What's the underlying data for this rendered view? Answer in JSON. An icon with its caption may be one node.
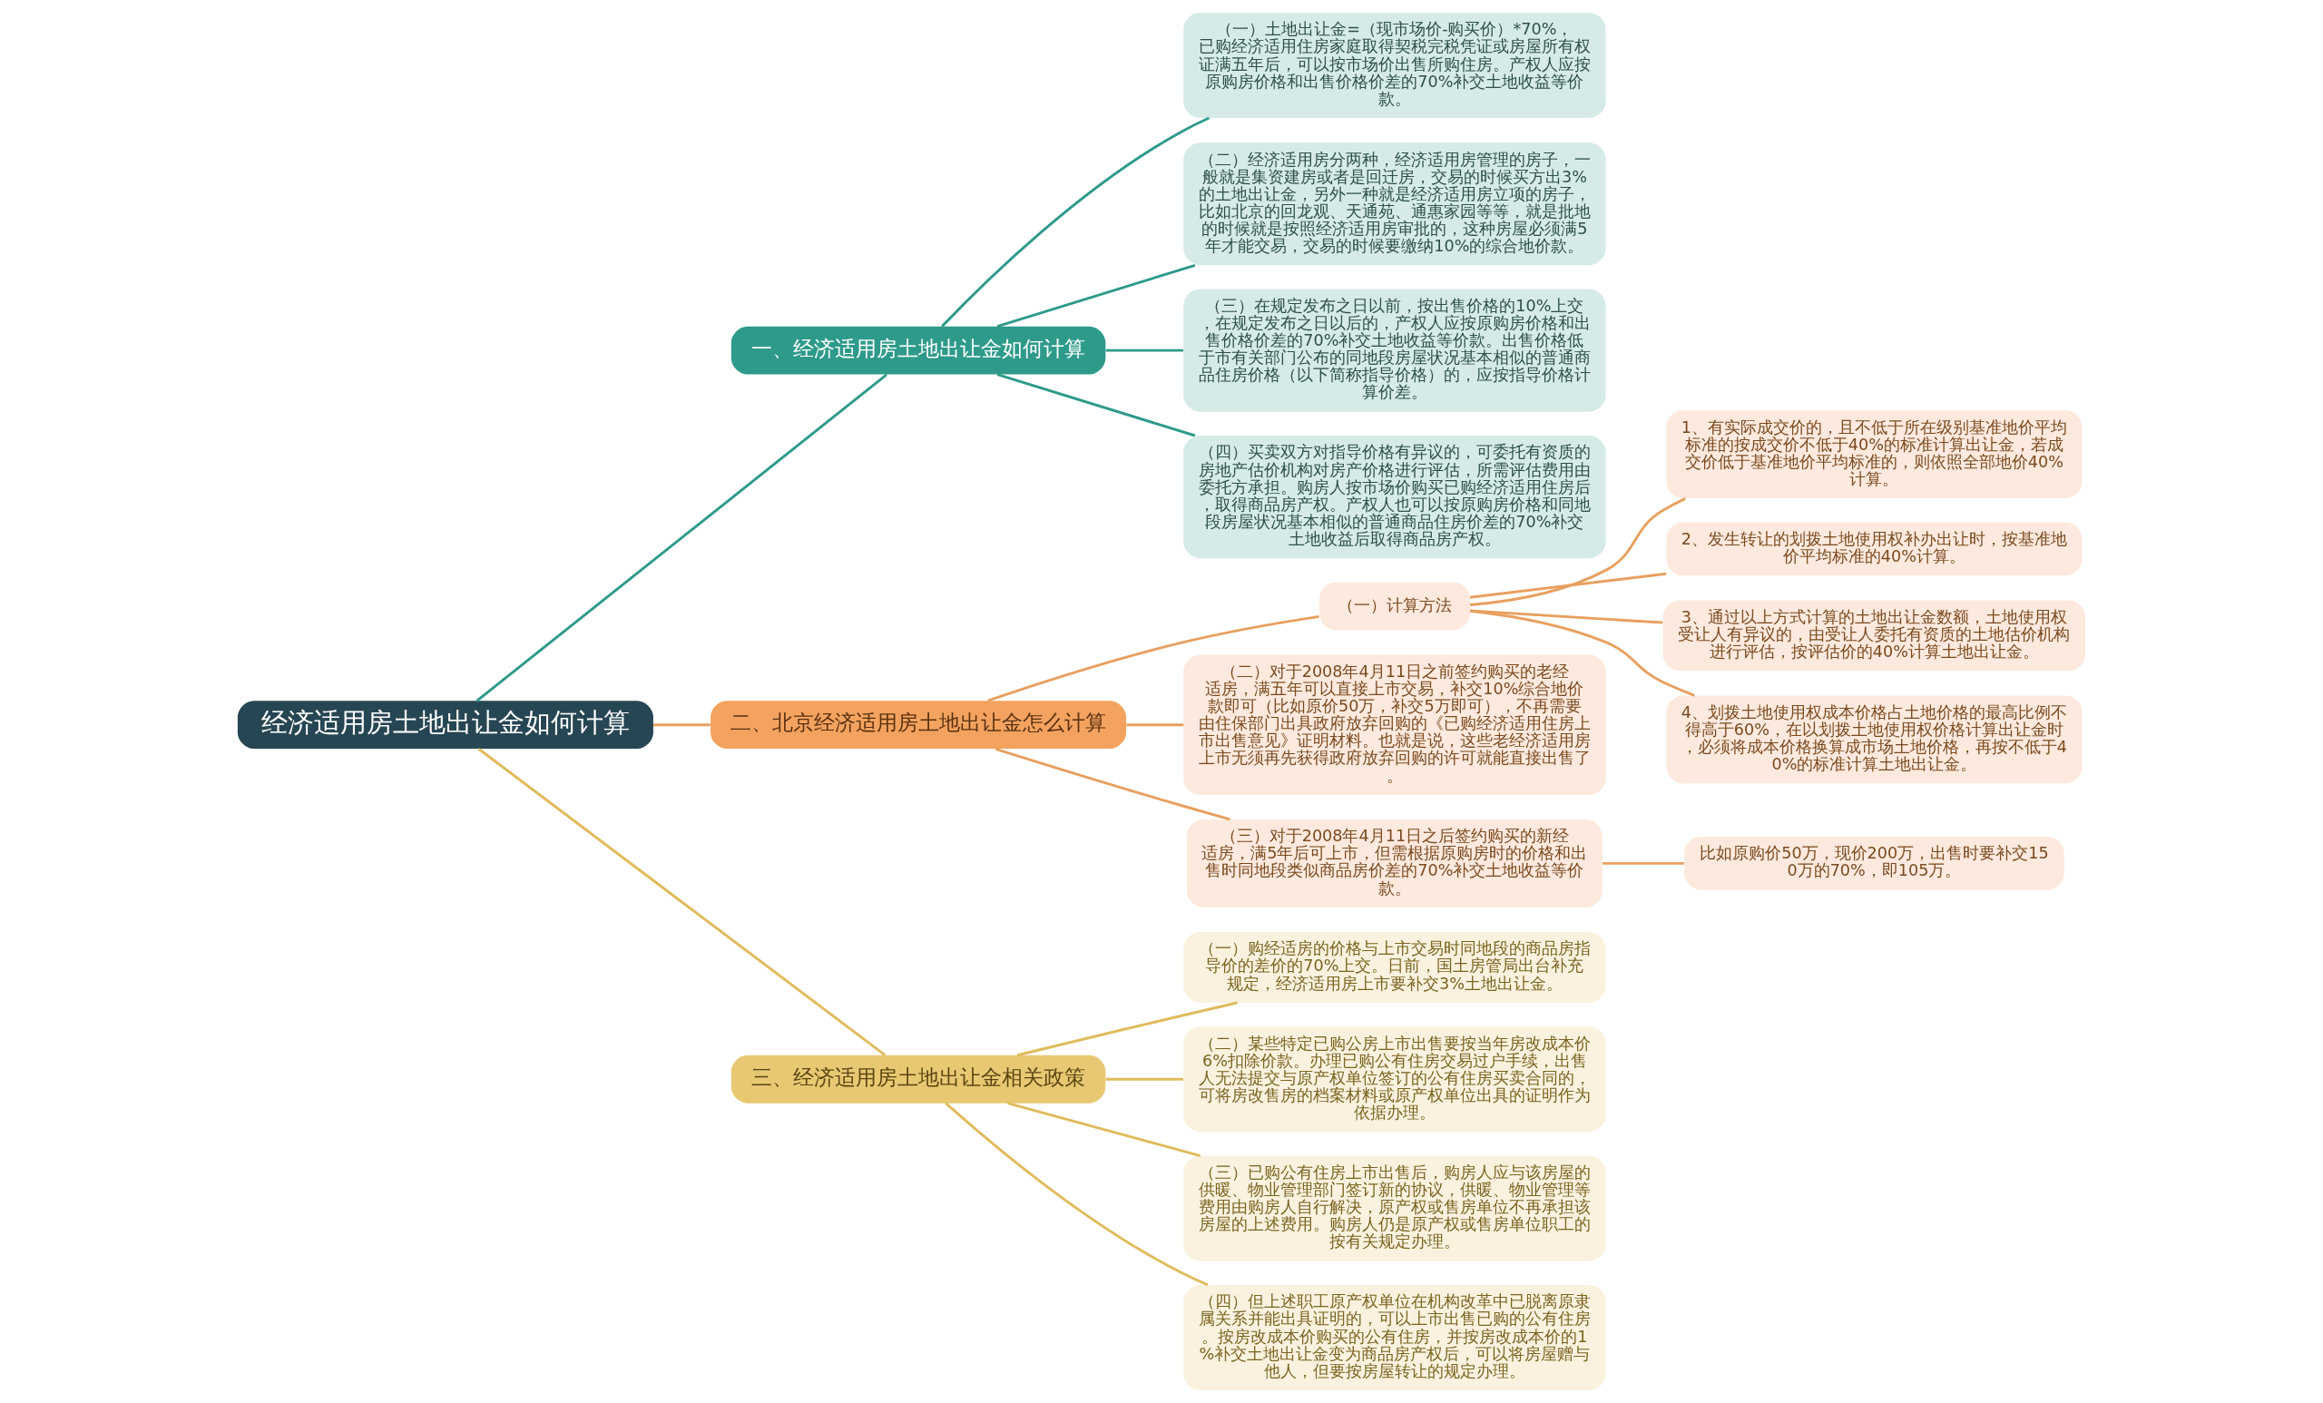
{
  "diagram": {
    "nodes": [
      {
        "text": [
          "经济适用房土地出让金如何计算"
        ]
      },
      {
        "text": [
          "一、经济适用房土地出让金如何计算"
        ]
      },
      {
        "text": [
          "（一）土地出让金=（现市场价-购买价）*70%，已购经济适用住房家庭取得契税完税凭证或房屋所有权证满五年后，可以按市场价出售所购住房。产权人应按原购房价格和出售价格价差的70%补交土地收益等价款。"
        ]
      },
      {
        "text": [
          "（二）经济适用房分两种，经济适用房管理的房子，一般就是集资建房或者是回迁房，交易的时候买方出3%的土地出让金，另外一种就是经济适用房立项的房子，比如北京的回龙观、天通苑、通惠家园等等，就是批地的时候就是按照经济适用房审批的，这种房屋必须满5年才能交易，交易的时候要缴纳10%的综合地价款。"
        ]
      },
      {
        "text": [
          "（三）在规定发布之日以前，按出售价格的10%上交，在规定发布之日以后的，产权人应按原购房价格和出售价格价差的70%补交土地收益等价款。出售价格低于市有关部门公布的同地段房屋状况基本相似的普通商品住房价格（以下简称指导价格）的，应按指导价格计算价差。"
        ]
      },
      {
        "text": [
          "（四）买卖双方对指导价格有异议的，可委托有资质的房地产估价机构对房产价格进行评估，所需评估费用由委托方承担。购房人按市场价购买已购经济适用住房后，取得商品房产权。产权人也可以按原购房价格和同地段房屋状况基本相似的普通商品住房价差的70%补交土地收益后取得商品房产权。"
        ]
      },
      {
        "text": [
          "二、北京经济适用房土地出让金怎么计算"
        ]
      },
      {
        "text": [
          "（一）计算方法"
        ]
      },
      {
        "text": [
          "1、有实际成交价的，且不低于所在级别基准地价平均标准的按成交价不低于40%的标准计算出让金，若成交价低于基准地价平均标准的，则依照全部地价40%计算。"
        ]
      },
      {
        "text": [
          "2、发生转让的划拨土地使用权补办出让时，按基准地价平均标准的40%计算。"
        ]
      },
      {
        "text": [
          "3、通过以上方式计算的土地出让金数额，土地使用权受让人有异议的，由受让人委托有资质的土地估价机构进行评估，按评估价的40%计算土地出让金。"
        ]
      },
      {
        "text": [
          "4、划拨土地使用权成本价格占土地价格的最高比例不得高于60%，在以划拨土地使用权价格计算出让金时，必须将成本价格换算成市场土地价格，再按不低于40%的标准计算土地出让金。"
        ]
      },
      {
        "text": [
          "（二）对于2008年4月11日之前签约购买的老经适房，满五年可以直接上市交易，补交10%综合地价款即可（比如原价50万，补交5万即可），不再需要由住保部门出具政府放弃回购的《已购经济适用住房上市出售意见》证明材料。也就是说，这些老经济适用房上市无须再先获得政府放弃回购的许可就能直接出售了。"
        ]
      },
      {
        "text": [
          "（三）对于2008年4月11日之后签约购买的新经适房，满5年后可上市，但需根据原购房时的价格和出售时同地段类似商品房价差的70%补交土地收益等价款。"
        ]
      },
      {
        "text": [
          "比如原购价50万，现价200万，出售时要补交150万的70%，即105万。"
        ]
      },
      {
        "text": [
          "三、经济适用房土地出让金相关政策"
        ]
      },
      {
        "text": [
          "（一）购经适房的价格与上市交易时同地段的商品房指导价的差价的70%上交。日前，国土房管局出台补充规定，经济适用房上市要补交3%土地出让金。"
        ]
      },
      {
        "text": [
          "（二）某些特定已购公房上市出售要按当年房改成本价6%扣除价款。办理已购公有住房交易过户手续，出售人无法提交与原产权单位签订的公有住房买卖合同的，可将房改售房的档案材料或原产权单位出具的证明作为依据办理。"
        ]
      },
      {
        "text": [
          "（三）已购公有住房上市出售后，购房人应与该房屋的供暖、物业管理部门签订新的协议，供暖、物业管理等费用由购房人自行解决，原产权或售房单位不再承担该房屋的上述费用。购房人仍是原产权或售房单位职工的按有关规定办理。"
        ]
      },
      {
        "text": [
          "（四）但上述职工原产权单位在机构改革中已脱离原隶属关系并能出具证明的，可以上市出售已购的公有住房。按房改成本价购买的公有住房，并按房改成本价的1%补交土地出让金变为商品房产权后，可以将房屋赠与他人，但要按房屋转让的规定办理。"
        ]
      }
    ],
    "edges": [
      {
        "from": 0,
        "to": 1,
        "arrow": "none",
        "color": "#2e9a8a"
      },
      {
        "from": 1,
        "to": 2,
        "arrow": "none",
        "color": "#2e9a8a"
      },
      {
        "from": 1,
        "to": 3,
        "arrow": "none",
        "color": "#2e9a8a"
      },
      {
        "from": 1,
        "to": 4,
        "arrow": "none",
        "color": "#2e9a8a"
      },
      {
        "from": 1,
        "to": 5,
        "arrow": "none",
        "color": "#2e9a8a"
      },
      {
        "from": 0,
        "to": 6,
        "arrow": "none"
      },
      {
        "from": 6,
        "to": 7,
        "arrow": "none"
      },
      {
        "from": 7,
        "to": 8,
        "arrow": "none"
      },
      {
        "from": 7,
        "to": 9,
        "arrow": "none"
      },
      {
        "from": 7,
        "to": 10,
        "arrow": "none"
      },
      {
        "from": 7,
        "to": 11,
        "arrow": "none"
      },
      {
        "from": 6,
        "to": 12,
        "arrow": "none"
      },
      {
        "from": 6,
        "to": 13,
        "arrow": "none"
      },
      {
        "from": 13,
        "to": 14,
        "arrow": "none"
      },
      {
        "from": 0,
        "to": 15,
        "arrow": "none",
        "color": "#e0bb5c"
      },
      {
        "from": 15,
        "to": 16,
        "arrow": "none",
        "color": "#e0bb5c"
      },
      {
        "from": 15,
        "to": 17,
        "arrow": "none",
        "color": "#e0bb5c"
      },
      {
        "from": 15,
        "to": 18,
        "arrow": "none",
        "color": "#e0bb5c"
      },
      {
        "from": 15,
        "to": 19,
        "arrow": "none",
        "color": "#e0bb5c"
      }
    ]
  }
}
